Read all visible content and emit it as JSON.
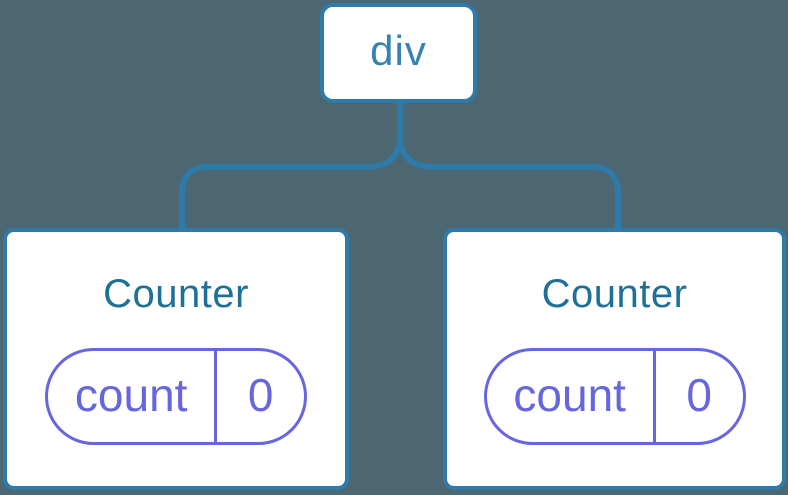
{
  "diagram": {
    "kind": "react-component-tree",
    "root": {
      "label": "div"
    },
    "children": [
      {
        "title": "Counter",
        "state": {
          "key": "count",
          "value": "0"
        }
      },
      {
        "title": "Counter",
        "state": {
          "key": "count",
          "value": "0"
        }
      }
    ]
  },
  "colors": {
    "background": "#4C6771",
    "node_fill": "#FFFFFF",
    "tree_blue": "#2E7AA8",
    "root_label_text": "#3583B5",
    "component_title_text": "#1E7096",
    "state_purple": "#6666DF"
  }
}
